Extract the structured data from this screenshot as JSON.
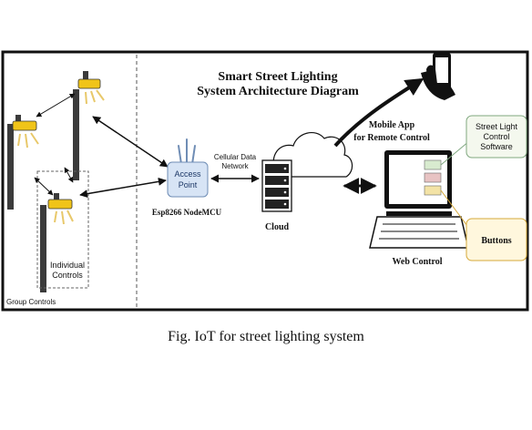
{
  "title_line1": "Smart Street Lighting",
  "title_line2": "System Architecture Diagram",
  "labels": {
    "individual_controls_line1": "Individual",
    "individual_controls_line2": "Controls",
    "group_controls": "Group Controls",
    "access_point_line1": "Access",
    "access_point_line2": "Point",
    "esp_module": "Esp8266 NodeMCU",
    "cellular_line1": "Cellular Data",
    "cellular_line2": "Network",
    "cloud": "Cloud",
    "mobile_app_line1": "Mobile App",
    "mobile_app_line2": "for Remote Control",
    "software_line1": "Street Light",
    "software_line2": "Control",
    "software_line3": "Software",
    "buttons": "Buttons",
    "web_control": "Web Control"
  },
  "caption": "Fig. IoT for street lighting system",
  "colors": {
    "lamp_yellow": "#f0c419",
    "pole": "#3b3b3b",
    "callout_green": "#7fa77f",
    "callout_fill": "#f4f8ee",
    "buttons_border": "#d6a93a",
    "buttons_fill": "#fff7dd",
    "access_point_fill": "#d7e4f5",
    "access_point_border": "#6f8db5"
  }
}
